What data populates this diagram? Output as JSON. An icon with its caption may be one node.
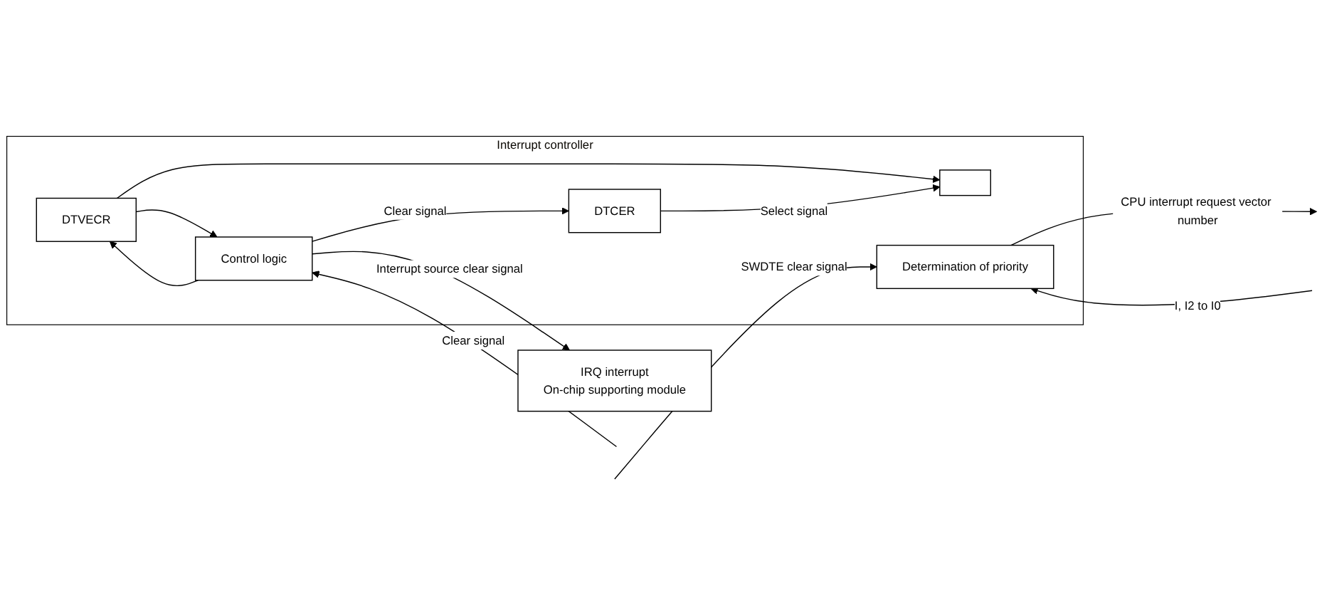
{
  "diagram": {
    "nodes": [
      {
        "text": [
          "Interrupt controller"
        ]
      },
      {
        "text": [
          "IRQ interrupt",
          "On-chip supporting module"
        ]
      },
      {
        "text": [],
        "shape": "box",
        "in": 0
      },
      {
        "text": [
          "DTCER"
        ],
        "in": 0
      },
      {
        "text": [
          "DTVECR"
        ],
        "in": 0
      },
      {
        "text": [
          "Control logic"
        ],
        "in": 0
      },
      {
        "text": [
          "Determination of priority"
        ],
        "in": 0
      }
    ],
    "edges": [
      {
        "from": 4,
        "to": 2,
        "arrow": "to"
      },
      {
        "from": 3,
        "to": 2,
        "arrow": "to",
        "label": "Select signal"
      },
      {
        "from": 5,
        "to": 3,
        "arrow": "to",
        "label": "Clear signal"
      },
      {
        "from": 5,
        "to": 1,
        "arrow": "to",
        "label": "Interrupt source clear signal"
      },
      {
        "from": 4,
        "to": 5,
        "arrow": "to"
      },
      {
        "from": 5,
        "to": 4,
        "arrow": "to"
      },
      {
        "from": null,
        "to": 6,
        "arrow": "to",
        "label": "SWDTE clear signal"
      },
      {
        "from": null,
        "to": 5,
        "arrow": "to",
        "label": "Clear signal"
      },
      {
        "from": 6,
        "to": null,
        "arrow": "to",
        "label": "CPU interrupt request vector number"
      },
      {
        "from": null,
        "to": 6,
        "arrow": "to",
        "label": "I, I2 to I0"
      }
    ]
  }
}
